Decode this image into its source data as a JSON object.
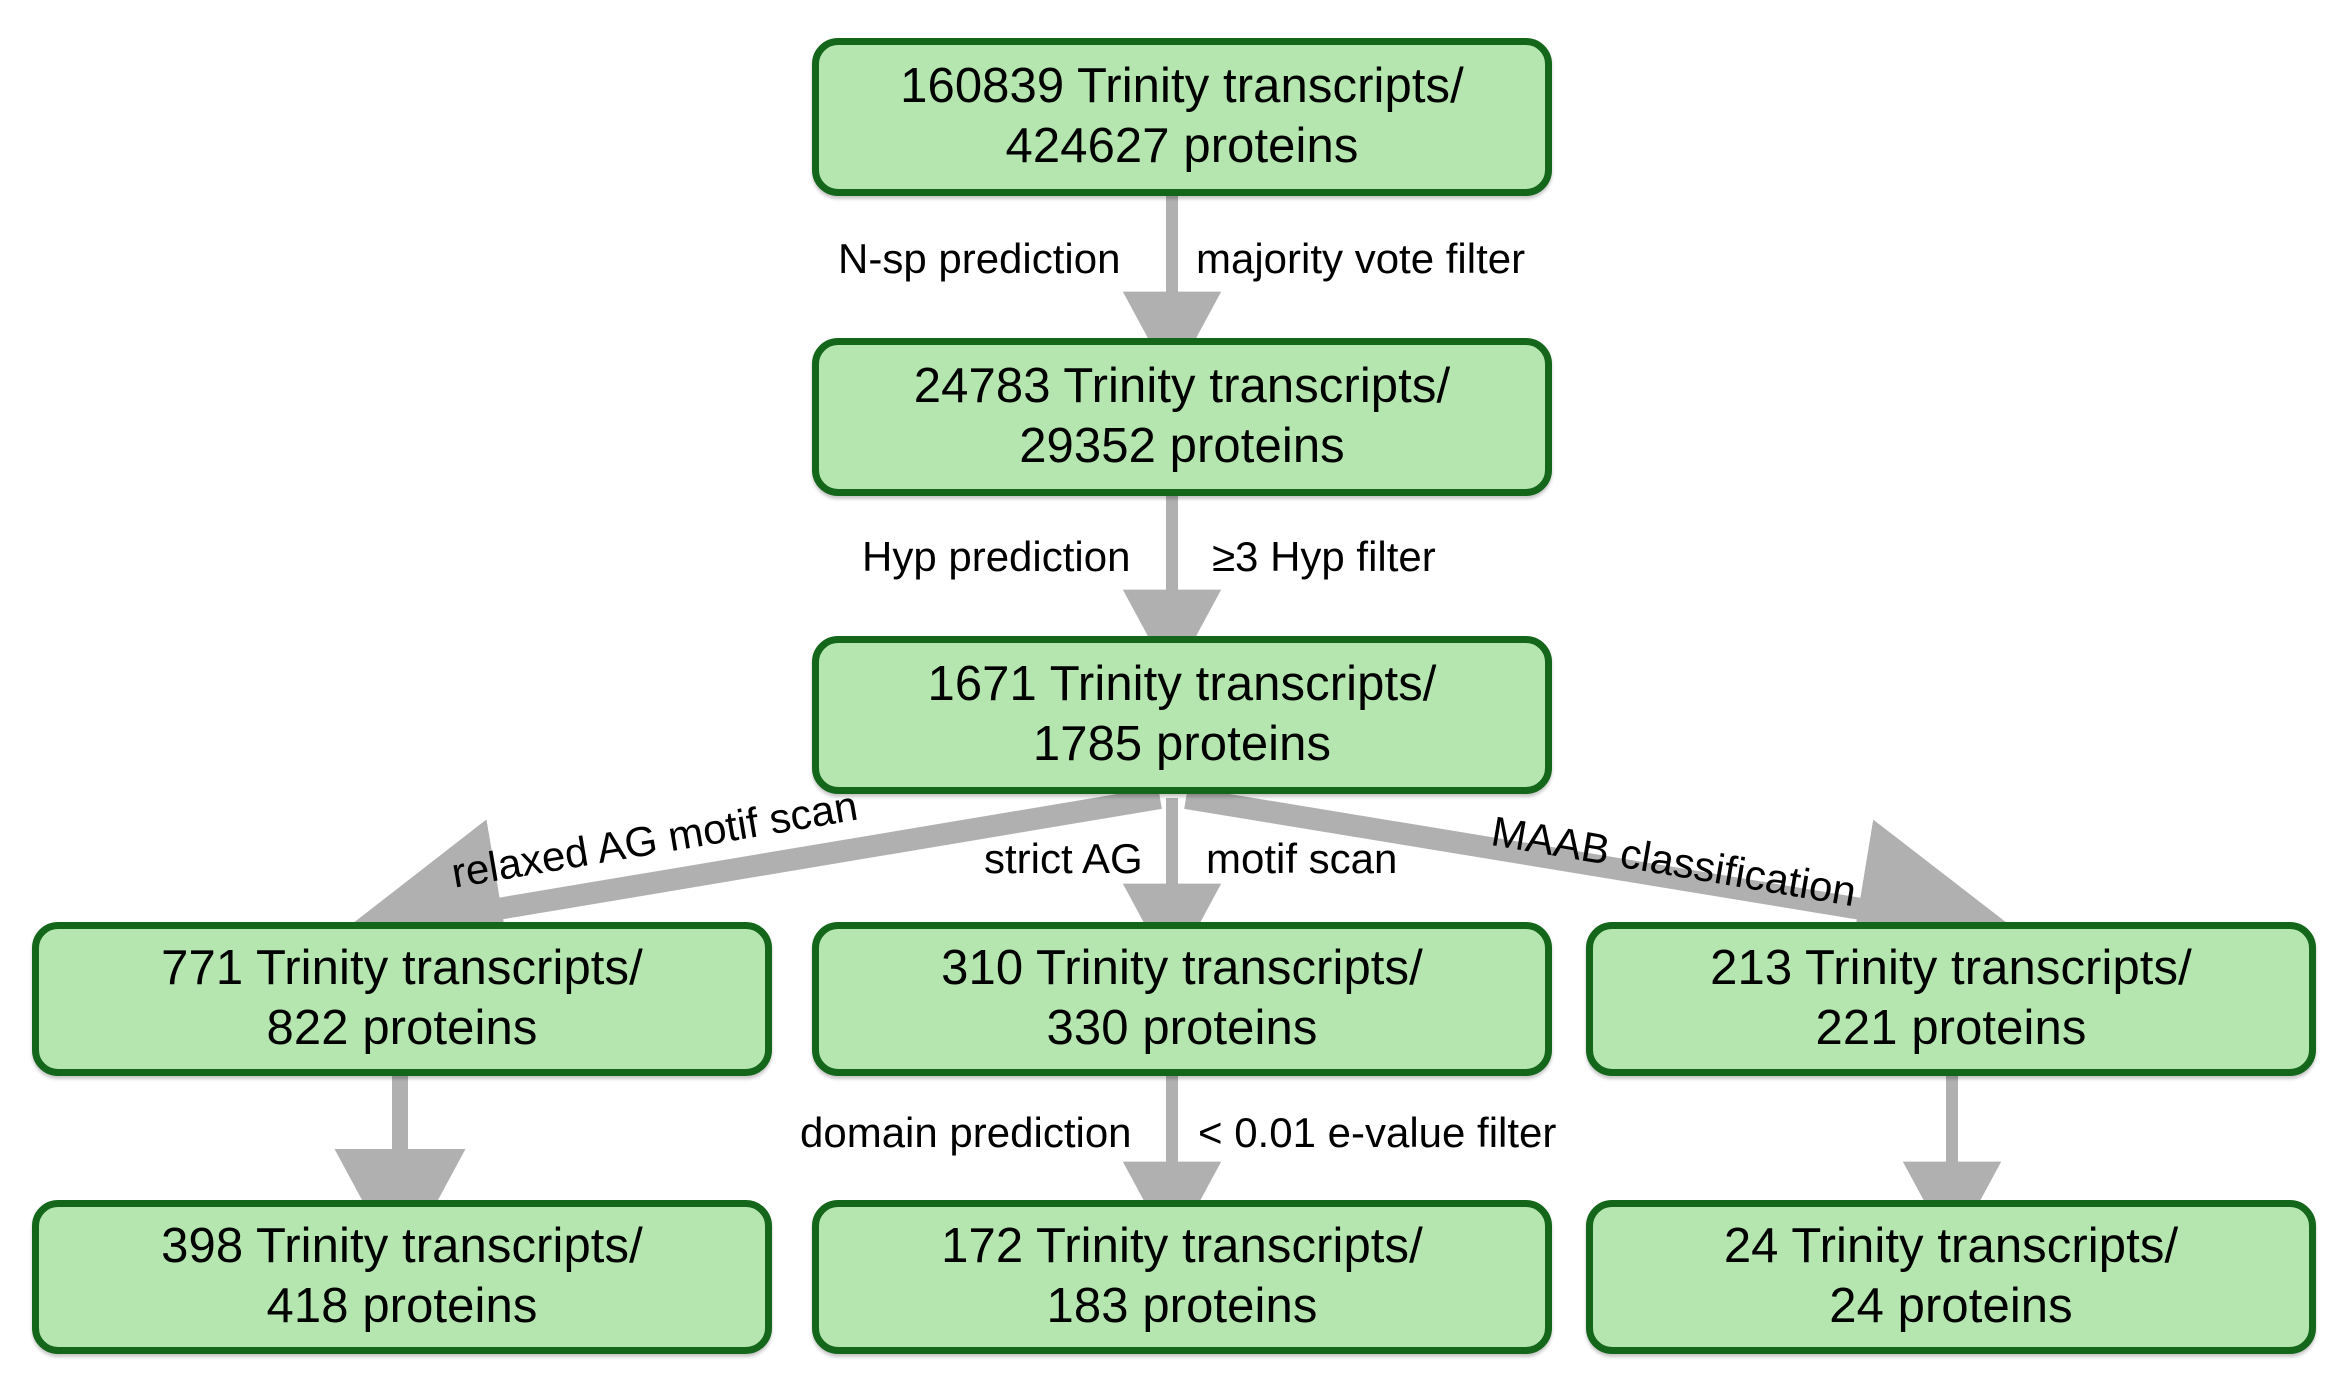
{
  "diagram": {
    "title": "Trinity transcript / protein filtering pipeline",
    "colors": {
      "node_fill": "#b5e6b0",
      "node_border": "#14661a",
      "arrow": "#b0b0b0",
      "text": "#000000",
      "background": "#ffffff"
    },
    "nodes": [
      {
        "id": "n1",
        "line1": "160839 Trinity transcripts/",
        "line2": "424627 proteins"
      },
      {
        "id": "n2",
        "line1": "24783 Trinity transcripts/",
        "line2": "29352 proteins"
      },
      {
        "id": "n3",
        "line1": "1671 Trinity transcripts/",
        "line2": "1785 proteins"
      },
      {
        "id": "n4",
        "line1": "771 Trinity transcripts/",
        "line2": "822 proteins"
      },
      {
        "id": "n5",
        "line1": "310 Trinity transcripts/",
        "line2": "330 proteins"
      },
      {
        "id": "n6",
        "line1": "213 Trinity transcripts/",
        "line2": "221 proteins"
      },
      {
        "id": "n7",
        "line1": "398 Trinity transcripts/",
        "line2": "418 proteins"
      },
      {
        "id": "n8",
        "line1": "172 Trinity transcripts/",
        "line2": "183 proteins"
      },
      {
        "id": "n9",
        "line1": "24 Trinity transcripts/",
        "line2": "24 proteins"
      }
    ],
    "edge_labels": {
      "e1_left": "N-sp prediction",
      "e1_right": "majority vote filter",
      "e2_left": "Hyp prediction",
      "e2_right": "≥3 Hyp filter",
      "e3_left": "relaxed AG motif scan",
      "e3_mid_left": "strict AG",
      "e3_mid_right": "motif scan",
      "e3_right": "MAAB classification",
      "e4_left": "domain prediction",
      "e4_right": "< 0.01 e-value filter"
    }
  }
}
